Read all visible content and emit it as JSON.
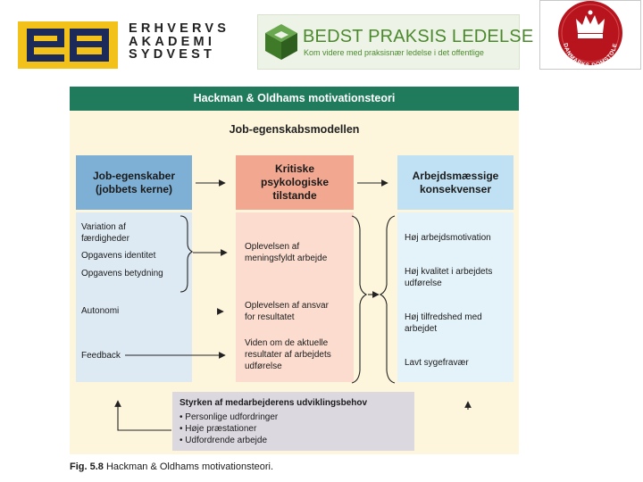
{
  "logos": {
    "ea": {
      "mark": "ea",
      "lines": [
        "ERHVERVS",
        "AKADEMI",
        "SYDVEST"
      ],
      "colors": {
        "background": "#f2c21a",
        "mark": "#1c2a5a"
      }
    },
    "bpl": {
      "title": "BEDST PRAKSIS LEDELSE",
      "subtitle": "Kom videre med praksisnær ledelse i det offentlige",
      "colors": {
        "text": "#4b8a2c",
        "cube": "#4b8a2c"
      },
      "icon": "green-cube-logo"
    },
    "domstole": {
      "text": "DANMARKS DOMSTOLE",
      "colors": {
        "seal": "#b7141d",
        "crown": "#ffffff"
      },
      "icon": "crown-seal-logo"
    }
  },
  "diagram": {
    "header": "Hackman & Oldhams motivationsteori",
    "subtitle": "Job-egenskabsmodellen",
    "colors": {
      "header_bg": "#1f7b5b",
      "background": "#fdf6dc",
      "col1_head": "#7eb0d6",
      "col2_head": "#f2a890",
      "col3_head": "#bfe1f3",
      "moderator_bg": "#dcd8e0"
    },
    "columns": [
      {
        "title_lines": [
          "Job-egenskaber",
          "(jobbets kerne)"
        ]
      },
      {
        "title_lines": [
          "Kritiske",
          "psykologiske",
          "tilstande"
        ]
      },
      {
        "title_lines": [
          "Arbejdsmæssige",
          "konsekvenser"
        ]
      }
    ],
    "job_characteristics": [
      {
        "lines": [
          "Variation af",
          "færdigheder"
        ]
      },
      {
        "lines": [
          "Opgavens identitet"
        ]
      },
      {
        "lines": [
          "Opgavens betydning"
        ]
      },
      {
        "lines": [
          "Autonomi"
        ]
      },
      {
        "lines": [
          "Feedback"
        ]
      }
    ],
    "psychological_states": [
      {
        "lines": [
          "Oplevelsen af",
          "meningsfyldt arbejde"
        ]
      },
      {
        "lines": [
          "Oplevelsen af ansvar",
          "for resultatet"
        ]
      },
      {
        "lines": [
          "Viden om de aktuelle",
          "resultater af arbejdets",
          "udførelse"
        ]
      }
    ],
    "outcomes": [
      {
        "lines": [
          "Høj arbejdsmotivation"
        ]
      },
      {
        "lines": [
          "Høj kvalitet i arbejdets",
          "udførelse"
        ]
      },
      {
        "lines": [
          "Høj tilfredshed med",
          "arbejdet"
        ]
      },
      {
        "lines": [
          "Lavt sygefravær"
        ]
      }
    ],
    "moderator": {
      "title": "Styrken af medarbejderens udviklingsbehov",
      "items": [
        "Personlige udfordringer",
        "Høje præstationer",
        "Udfordrende arbejde"
      ],
      "bullet": "•"
    }
  },
  "caption": {
    "label": "Fig. 5.8",
    "text": "Hackman & Oldhams motivationsteori."
  }
}
